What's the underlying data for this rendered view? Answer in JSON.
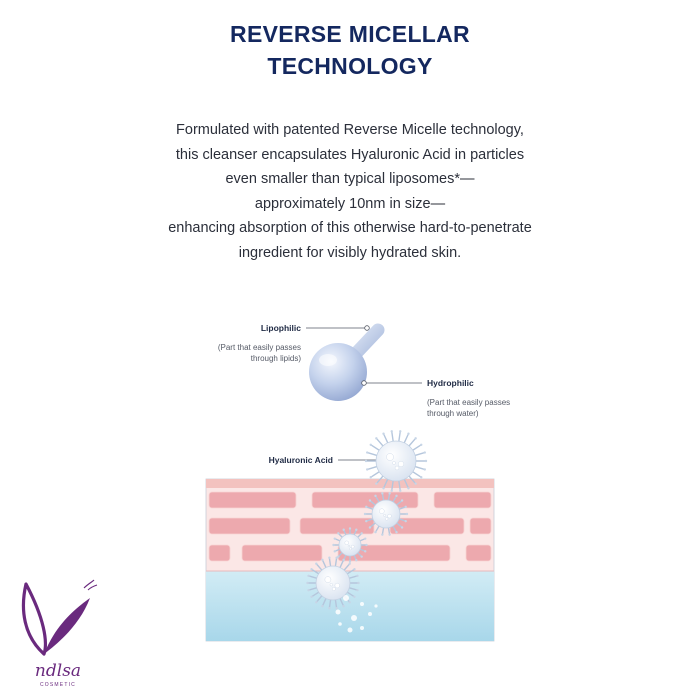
{
  "title": {
    "line1": "REVERSE MICELLAR",
    "line2": "TECHNOLOGY"
  },
  "description": {
    "lines": [
      "Formulated with patented Reverse Micelle technology,",
      "this cleanser encapsulates Hyaluronic Acid in particles",
      "even smaller than typical liposomes*—",
      "approximately 10nm in size—",
      "enhancing absorption of this otherwise hard-to-penetrate",
      "ingredient for visibly hydrated skin."
    ]
  },
  "diagram": {
    "lipophilic": {
      "label": "Lipophilic",
      "note_line1": "(Part that easily passes",
      "note_line2": "through lipids)"
    },
    "hydrophilic": {
      "label": "Hydrophilic",
      "note_line1": "(Part that easily passes",
      "note_line2": "through water)"
    },
    "hyaluronic_acid": {
      "label": "Hyaluronic Acid"
    },
    "colors": {
      "molecule": "#b8c8e6",
      "skin_top": "#f3c9c6",
      "brick": "#eda9ae",
      "dermis": "#bfe2ef",
      "label_text": "#1f2a44",
      "title": "#14285f"
    }
  },
  "logo": {
    "brand": "ndlsa",
    "sub": "COSMETIC",
    "color": "#6a2a7e"
  }
}
